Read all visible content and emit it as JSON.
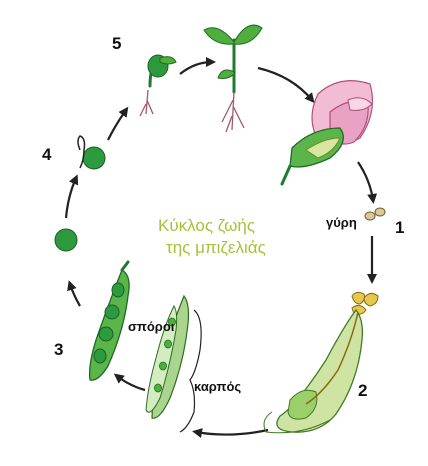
{
  "title": {
    "line1": "Κύκλος ζωής",
    "line2": "της μπιζελιάς"
  },
  "labels": {
    "pollen": "γύρη",
    "seeds": "σπόροι",
    "fruit": "καρπός"
  },
  "stage_numbers": {
    "s1": "1",
    "s2": "2",
    "s3": "3",
    "s4": "4",
    "s5": "5"
  },
  "colors": {
    "title_green": "#a6c23c",
    "pea_green": "#2e9a3e",
    "flower_pink": "#e9a2c4",
    "arrow": "#222222"
  }
}
